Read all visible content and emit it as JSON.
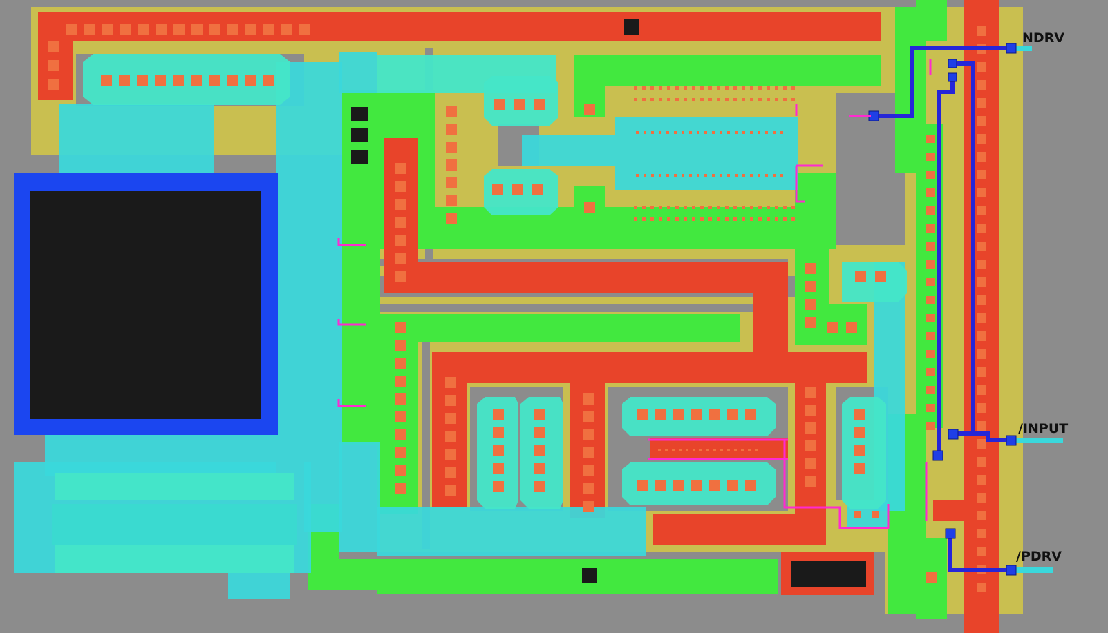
{
  "canvas": {
    "background": "#8c8c8c"
  },
  "colors": {
    "nwell": "#c9bf50",
    "poly": "#e8442a",
    "diffusion": "#42e83f",
    "metal1": "#3ad8dc",
    "metal1_light": "#45e6c8",
    "metal2": "#1f3fe6",
    "via": "#1a1a1a",
    "contact": "#f07040",
    "marker": "#ff2ad0",
    "pad_metal": "#1b46f0"
  },
  "pins": [
    {
      "id": "ndrv",
      "label": "NDRV"
    },
    {
      "id": "input",
      "label": "/INPUT"
    },
    {
      "id": "pdrv",
      "label": "/PDRV"
    }
  ]
}
